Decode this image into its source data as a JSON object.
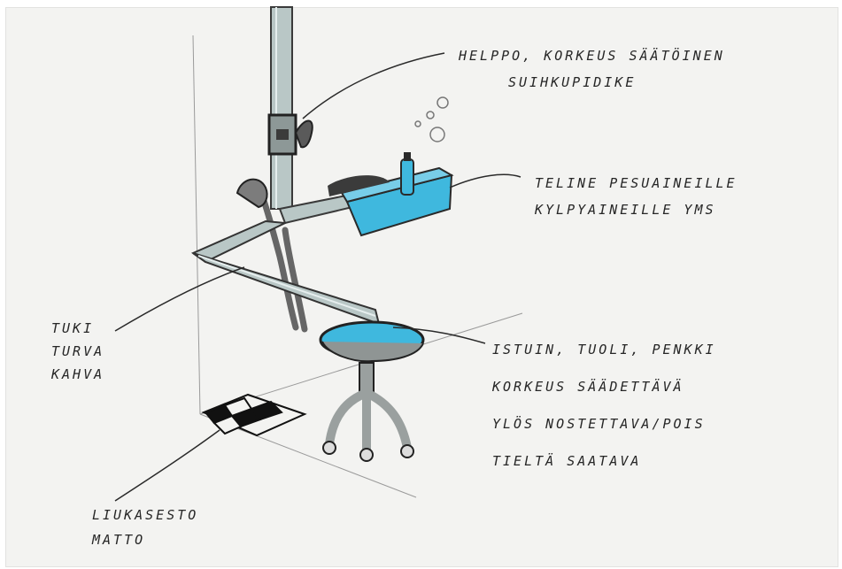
{
  "annotations": {
    "top_right": {
      "line1": "HELPPO, KORKEUS SÄÄTÖINEN",
      "line2": "SUIHKUPIDIKE"
    },
    "middle_right": {
      "line1": "TELINE PESUAINEILLE",
      "line2": "KYLPYAINEILLE YMS"
    },
    "left": {
      "line1": "TUKI",
      "line2": "TURVA",
      "line3": "KAHVA"
    },
    "bottom_right": {
      "line1": "ISTUIN, TUOLI, PENKKI",
      "line2": "KORKEUS SÄÄDETTÄVÄ",
      "line3": "YLÖS NOSTETTAVA/POIS",
      "line4": "TIELTÄ SAATAVA"
    },
    "bottom_left": {
      "line1": "LIUKASESTO",
      "line2": "MATTO"
    }
  },
  "colors": {
    "paper": "#f3f3f1",
    "pole": "#b9c7c6",
    "accent_blue": "#3fb8de",
    "ink": "#2a2a2a",
    "gray_fill": "#a8acab"
  }
}
